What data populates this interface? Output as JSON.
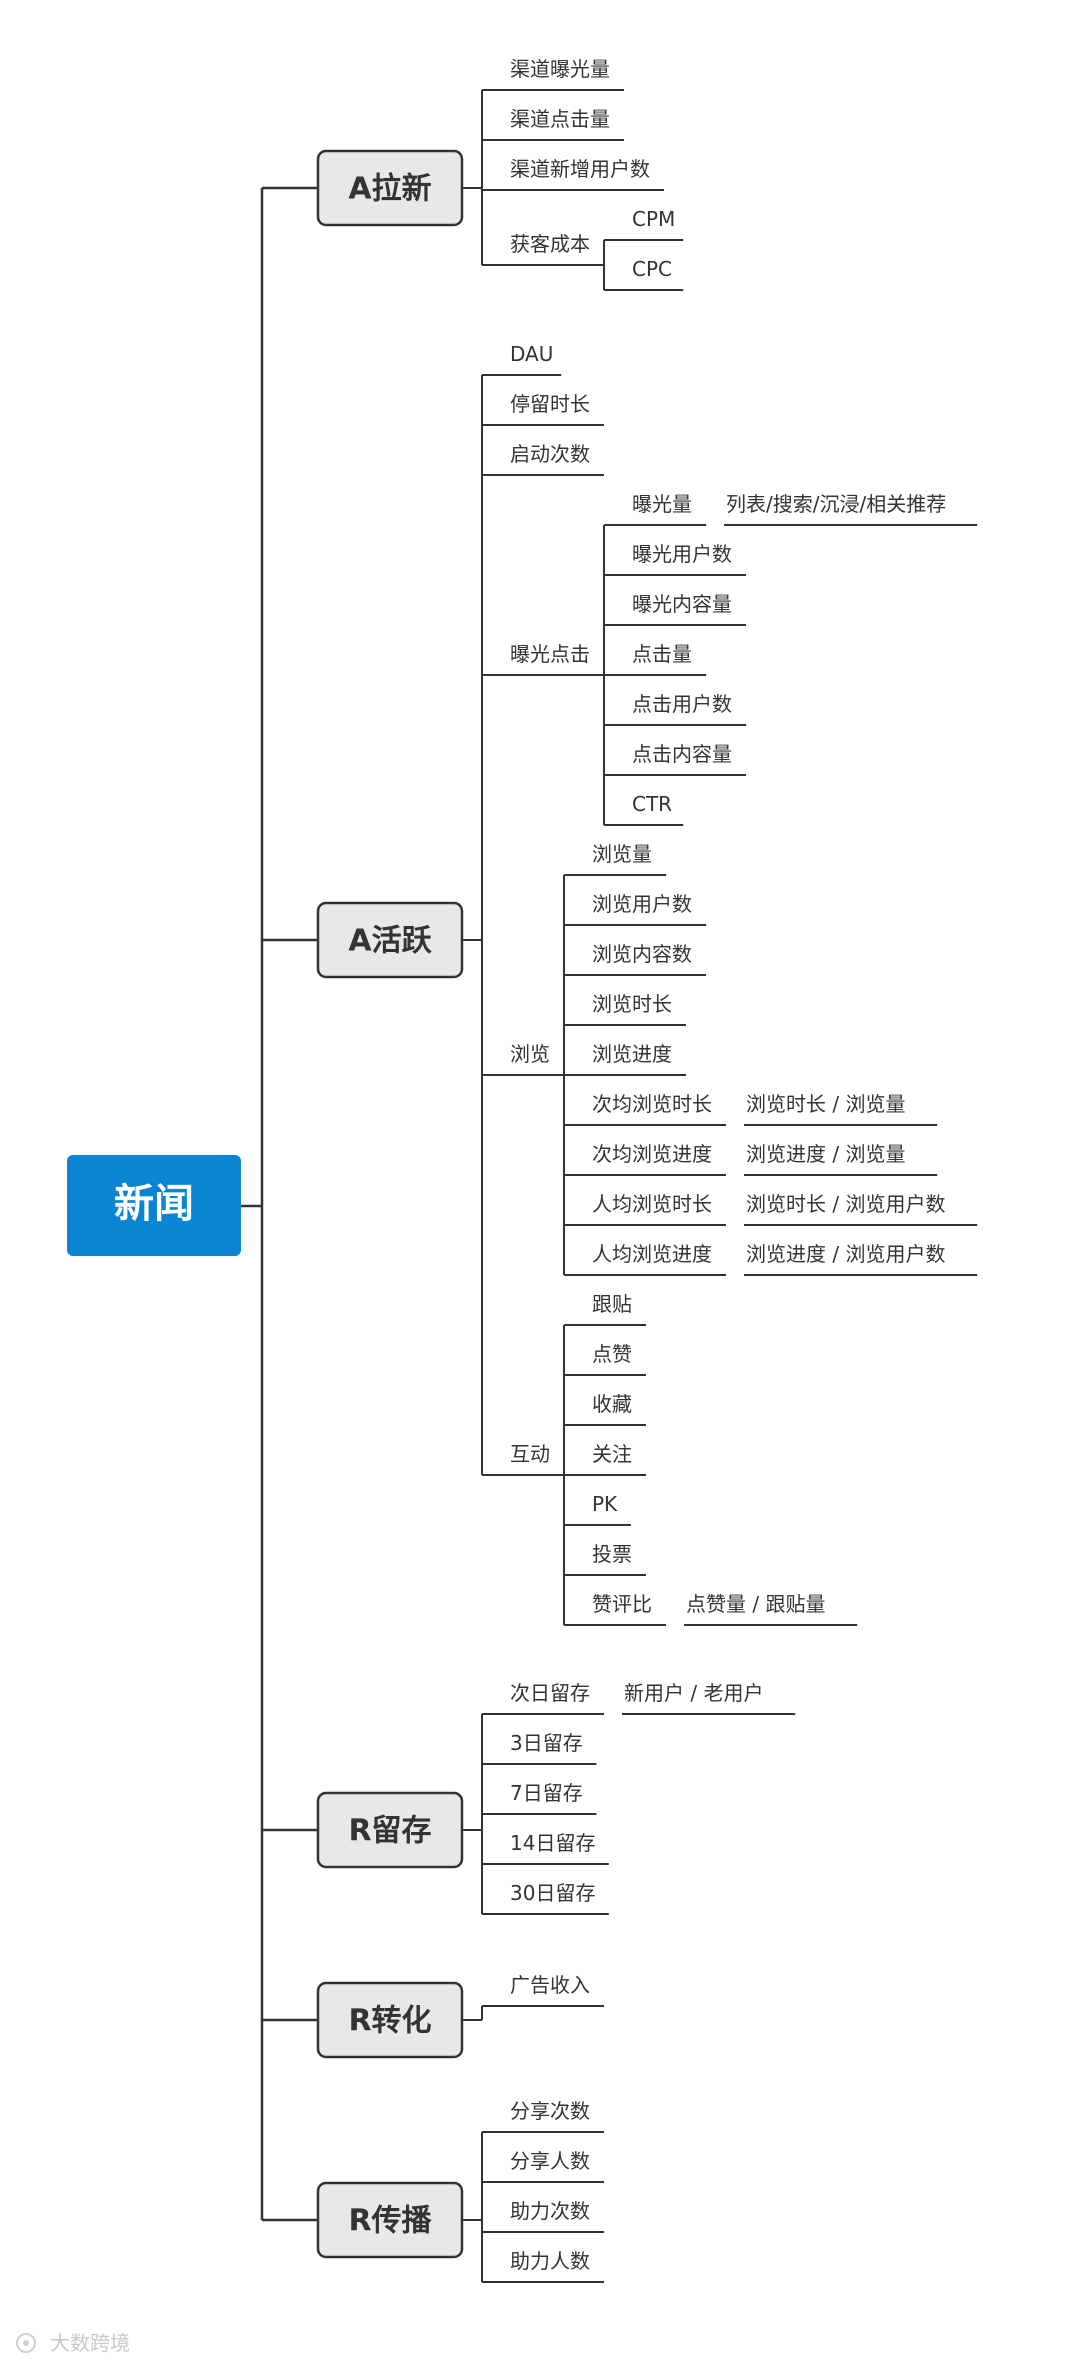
{
  "root": {
    "label": "新闻",
    "color": "#0a85d1"
  },
  "watermark": "大数跨境",
  "categories": [
    {
      "label": "A拉新",
      "children": [
        {
          "label": "渠道曝光量"
        },
        {
          "label": "渠道点击量"
        },
        {
          "label": "渠道新增用户数"
        },
        {
          "label": "获客成本",
          "children": [
            {
              "label": "CPM"
            },
            {
              "label": "CPC"
            }
          ]
        }
      ]
    },
    {
      "label": "A活跃",
      "children": [
        {
          "label": "DAU"
        },
        {
          "label": "停留时长"
        },
        {
          "label": "启动次数"
        },
        {
          "label": "曝光点击",
          "children": [
            {
              "label": "曝光量",
              "children": [
                {
                  "label": "列表/搜索/沉浸/相关推荐"
                }
              ]
            },
            {
              "label": "曝光用户数"
            },
            {
              "label": "曝光内容量"
            },
            {
              "label": "点击量"
            },
            {
              "label": "点击用户数"
            },
            {
              "label": "点击内容量"
            },
            {
              "label": "CTR"
            }
          ]
        },
        {
          "label": "浏览",
          "children": [
            {
              "label": "浏览量"
            },
            {
              "label": "浏览用户数"
            },
            {
              "label": "浏览内容数"
            },
            {
              "label": "浏览时长"
            },
            {
              "label": "浏览进度"
            },
            {
              "label": "次均浏览时长",
              "children": [
                {
                  "label": "浏览时长 / 浏览量"
                }
              ]
            },
            {
              "label": "次均浏览进度",
              "children": [
                {
                  "label": "浏览进度 / 浏览量"
                }
              ]
            },
            {
              "label": "人均浏览时长",
              "children": [
                {
                  "label": "浏览时长 / 浏览用户数"
                }
              ]
            },
            {
              "label": "人均浏览进度",
              "children": [
                {
                  "label": "浏览进度 / 浏览用户数"
                }
              ]
            }
          ]
        },
        {
          "label": "互动",
          "children": [
            {
              "label": "跟贴"
            },
            {
              "label": "点赞"
            },
            {
              "label": "收藏"
            },
            {
              "label": "关注"
            },
            {
              "label": "PK"
            },
            {
              "label": "投票"
            },
            {
              "label": "赞评比",
              "children": [
                {
                  "label": "点赞量 / 跟贴量"
                }
              ]
            }
          ]
        }
      ]
    },
    {
      "label": "R留存",
      "children": [
        {
          "label": "次日留存",
          "children": [
            {
              "label": "新用户 / 老用户"
            }
          ]
        },
        {
          "label": "3日留存"
        },
        {
          "label": "7日留存"
        },
        {
          "label": "14日留存"
        },
        {
          "label": "30日留存"
        }
      ]
    },
    {
      "label": "R转化",
      "children": [
        {
          "label": "广告收入"
        }
      ]
    },
    {
      "label": "R传播",
      "children": [
        {
          "label": "分享次数"
        },
        {
          "label": "分享人数"
        },
        {
          "label": "助力次数"
        },
        {
          "label": "助力人数"
        }
      ]
    }
  ]
}
